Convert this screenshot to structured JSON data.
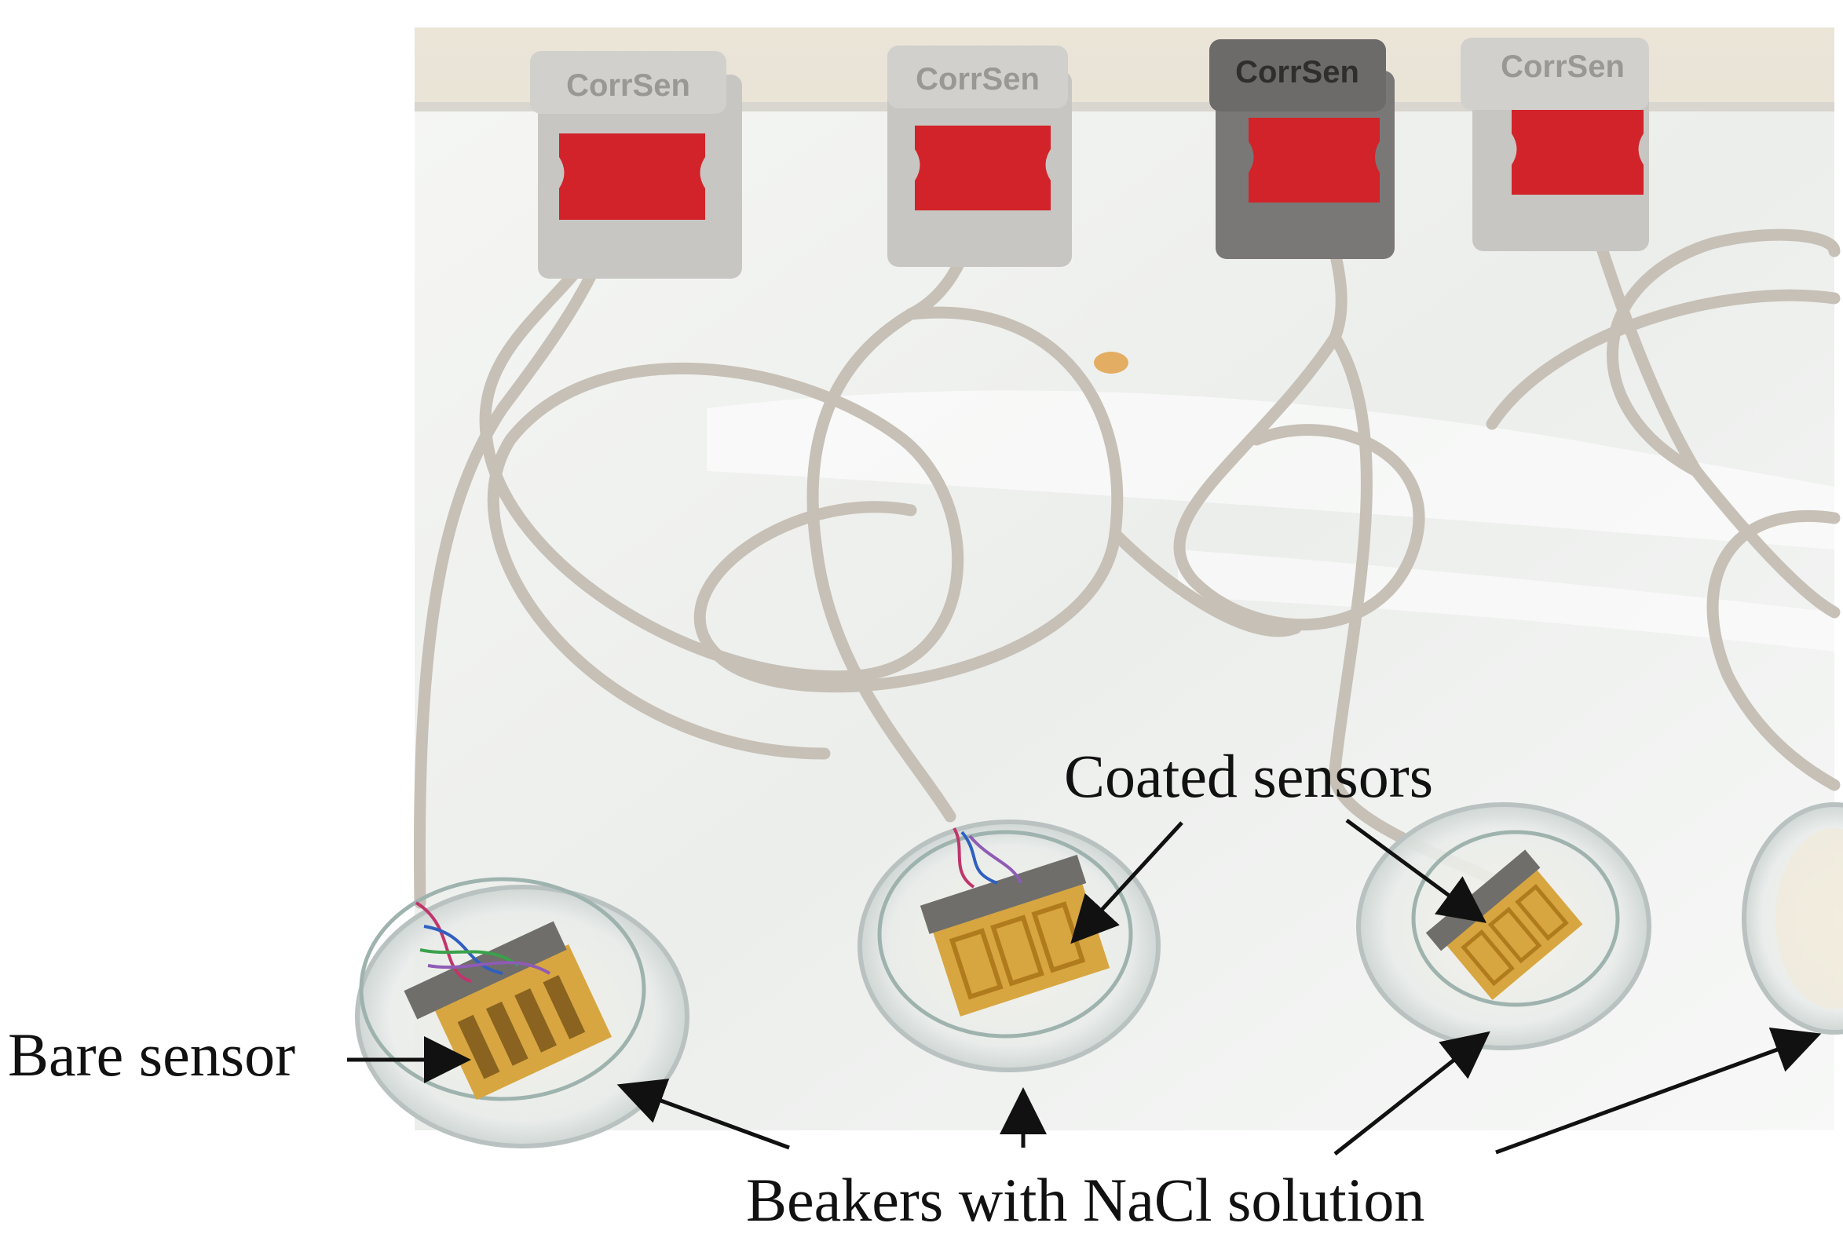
{
  "labels": {
    "bare_sensor": "Bare sensor",
    "coated_sensors": "Coated sensors",
    "beakers": "Beakers with NaCl solution"
  },
  "devices": [
    {
      "brand": "CorrSen"
    },
    {
      "brand": "CorrSen"
    },
    {
      "brand": "CorrSen"
    },
    {
      "brand": "CorrSen"
    }
  ],
  "colors": {
    "housing_light": "#c8c6c2",
    "housing_dark": "#7a7877",
    "connector_red": "#d2232a",
    "cable": "#c7c0b6",
    "sensor_board": "#d7a640",
    "background_board": "#f2f3f1",
    "arrow": "#111111"
  }
}
